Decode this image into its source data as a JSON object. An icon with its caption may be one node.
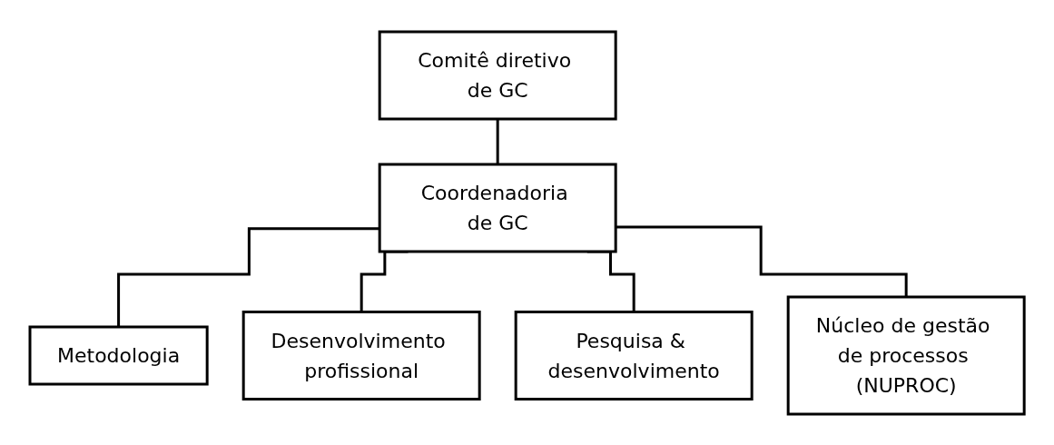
{
  "diagram": {
    "nodes": [
      {
        "text": [
          "Comitê diretivo de GC"
        ]
      },
      {
        "text": [
          "Coordenadoria de GC"
        ]
      },
      {
        "text": [
          "Metodologia"
        ]
      },
      {
        "text": [
          "Desenvolvimento profissional"
        ]
      },
      {
        "text": [
          "Pesquisa & desenvolvimento"
        ]
      },
      {
        "text": [
          "Núcleo de gestão de processos (NUPROC)"
        ]
      }
    ],
    "edges": [
      {
        "from": 0,
        "to": 1,
        "arrow": "none"
      },
      {
        "from": 1,
        "to": 2,
        "arrow": "none"
      },
      {
        "from": 1,
        "to": 3,
        "arrow": "none"
      },
      {
        "from": 1,
        "to": 4,
        "arrow": "none"
      },
      {
        "from": 1,
        "to": 5,
        "arrow": "none"
      }
    ]
  }
}
